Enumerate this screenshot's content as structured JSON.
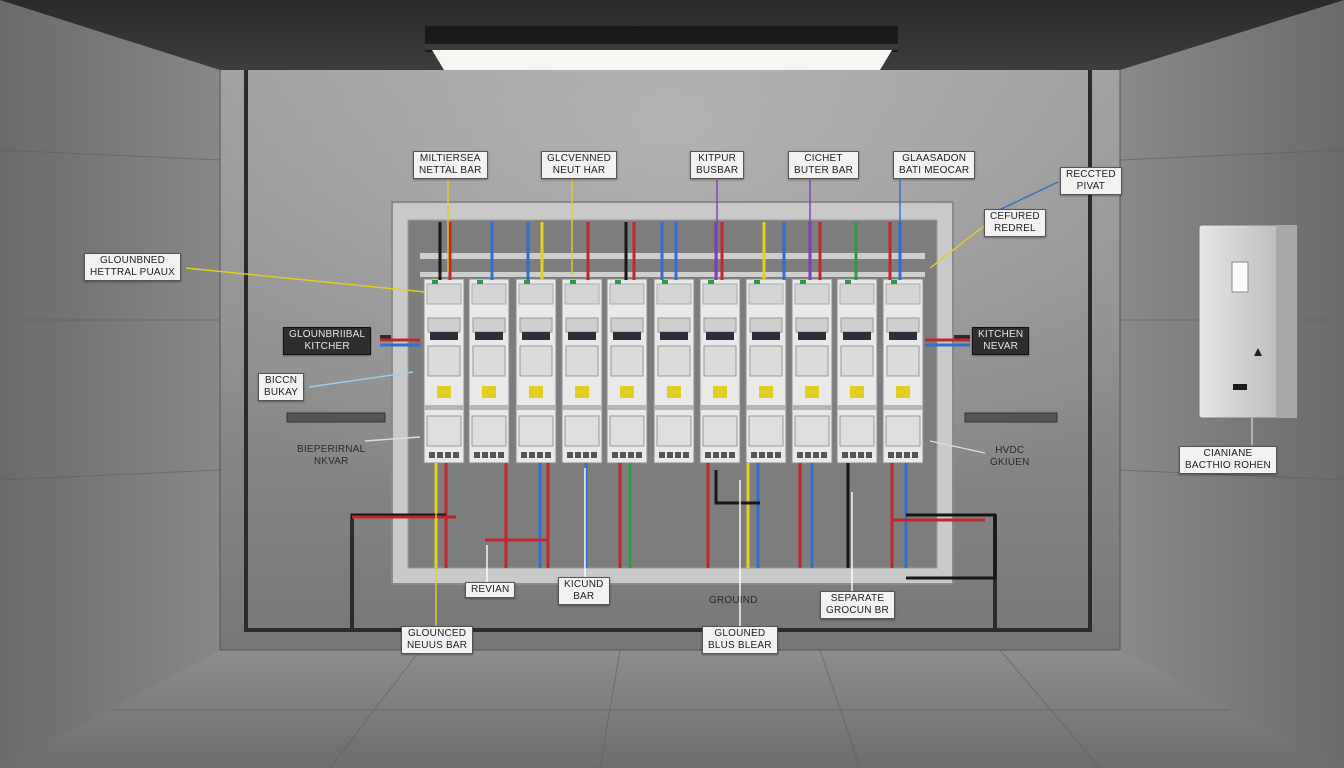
{
  "colors": {
    "wire_red": "#c0262b",
    "wire_blue": "#2f6fd0",
    "wire_yellow": "#e2cf21",
    "wire_purple": "#7c3fbf",
    "wire_green": "#2f9a45",
    "wire_black": "#161616",
    "panel": "#dcdcdc"
  },
  "labels": {
    "top_neutral_bar": {
      "l1": "MILTIERSEA",
      "l2": "NETTAL BAR"
    },
    "top_grounded_neut": {
      "l1": "GLCVENNED",
      "l2": "NEUT HAR"
    },
    "top_bus_bar": {
      "l1": "KITPUR",
      "l2": "BUSBAR"
    },
    "top_cichet_bar": {
      "l1": "CICHET",
      "l2": "BUTER BAR"
    },
    "top_batt_bar": {
      "l1": "GLAASADON",
      "l2": "BATI MEOCAR"
    },
    "recicted": {
      "l1": "RECCTED",
      "l2": "PIVAT"
    },
    "cefured": {
      "l1": "CEFURED",
      "l2": "REDREL"
    },
    "left_grounded": {
      "l1": "GLOUNBNED",
      "l2": "HETTRAL PUAUX"
    },
    "left_kitcher": {
      "l1": "GLOUNBRIIBAL",
      "l2": "KITCHER"
    },
    "left_bicon": {
      "l1": "BICCN",
      "l2": "BUKAY"
    },
    "left_bieperal": {
      "l1": "BIEPERIRNAL",
      "l2": "NKVAR"
    },
    "right_kitchen": {
      "l1": "KITCHEN",
      "l2": "NEVAR"
    },
    "right_hvdc": {
      "l1": "HVDC",
      "l2": "GKIUEN"
    },
    "box_label": {
      "l1": "CIANIANE",
      "l2": "BACTHIO ROHEN"
    },
    "bot_revian": {
      "l1": "REVIAN"
    },
    "bot_kicund": {
      "l1": "KICUND",
      "l2": "BAR"
    },
    "bot_glounced": {
      "l1": "GLOUNCED",
      "l2": "NEUUS BAR"
    },
    "bot_ground": {
      "l1": "GROUIND"
    },
    "bot_blus": {
      "l1": "GLOUNED",
      "l2": "BLUS BLEAR"
    },
    "bot_separate": {
      "l1": "SEPARATE",
      "l2": "GROCUN BR"
    }
  }
}
